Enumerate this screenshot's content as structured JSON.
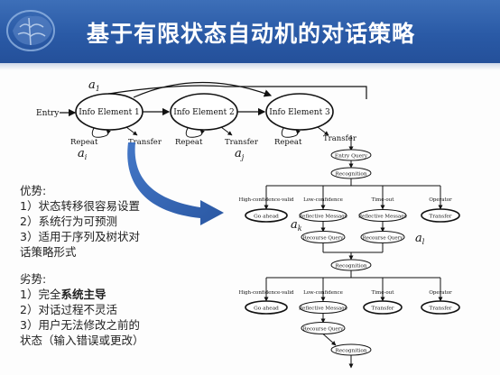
{
  "slide": {
    "title": "基于有限状态自动机的对话策略"
  },
  "diagram_top": {
    "entry": "Entry",
    "elements": [
      "Info Element 1",
      "Info Element 2",
      "Info Element 3"
    ],
    "repeat": "Repeat",
    "transfer": "Transfer",
    "symbols": {
      "a1": "a",
      "a1_sub": "1",
      "ai": "a",
      "ai_sub": "i",
      "aj": "a",
      "aj_sub": "j"
    }
  },
  "diagram_right": {
    "entry_query": "Entry Query",
    "recognition": "Recognition",
    "branches": [
      "High-confidence-valid",
      "Low-confidence",
      "Time-out",
      "Operator"
    ],
    "go_ahead": "Go ahead",
    "reflective_message": "Reflective Message",
    "recourse_query": "Recourse Query",
    "transfer": "Transfer",
    "symbols": {
      "ak": "a",
      "ak_sub": "k",
      "al": "a",
      "al_sub": "l"
    }
  },
  "advantages": {
    "heading": "优势:",
    "items": [
      "1）状态转移很容易设置",
      "2）系统行为可预测",
      "3）适用于序列及树状对",
      "话策略形式"
    ]
  },
  "disadvantages": {
    "heading": "劣势:",
    "item1_prefix": "1）完全",
    "item1_bold": "系统主导",
    "items": [
      "2）对话过程不灵活",
      "3）用户无法修改之前的",
      "状态（输入错误或更改）"
    ]
  },
  "colors": {
    "header": "#2a5aa6",
    "arrow_blue": "#2f5fb0"
  }
}
